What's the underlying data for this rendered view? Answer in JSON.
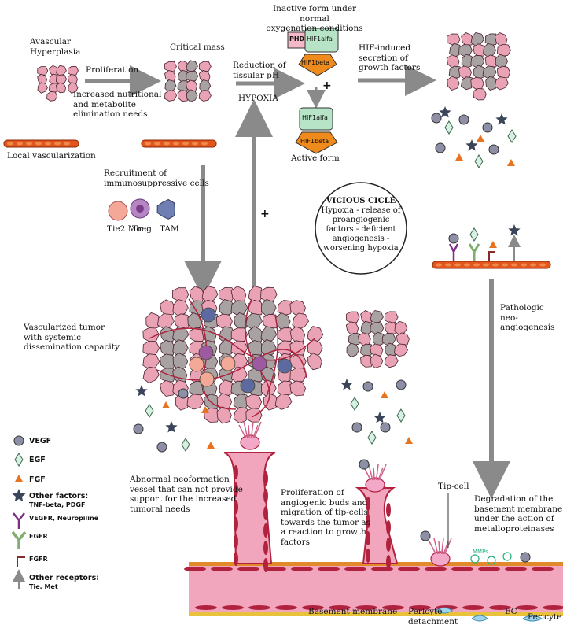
{
  "colors": {
    "cell_fill": "#e9a3b4",
    "cell_inner": "#a8a2a2",
    "cell_stroke": "#4a2030",
    "vessel_orange": "#e2551d",
    "vessel_pink": "#f2a6be",
    "vessel_cell": "#b0223e",
    "arrow_gray": "#8a8a8a",
    "vegf": "#8d8fa6",
    "egf": "#d8efe4",
    "fgf": "#e8731f",
    "star": "#3b4559",
    "vegfr": "#7b2f85",
    "egfr": "#7fae6e",
    "fgfr": "#8a2a2a",
    "hif_green": "#b7e3c6",
    "hif_orange": "#ef8a1c",
    "phd_pink": "#f3b9c9"
  },
  "labels": {
    "avascular": "Avascular\nHyperplasia",
    "proliferation": "Proliferation",
    "increased_needs": "Increased nutritional\nand metabolite\nelimination needs",
    "local_vasc": "Local vascularization",
    "critical_mass": "Critical mass",
    "reduction_ph": "Reduction of\ntissular pH",
    "hypoxia": "HYPOXIA",
    "inactive_form": "Inactive form under normal\noxygenation conditions",
    "active_form": "Active form",
    "hif_induced": "HIF-induced\nsecretion of\ngrowth factors",
    "recruitment": "Recruitment of\nimmunosuppressive cells",
    "tie2mo": "Tie2 Mo",
    "treg": "Treg",
    "tam": "TAM",
    "plus_mid": "+",
    "plus_hif": "+",
    "vicious_title": "VICIOUS CICLE",
    "vicious_body": "Hypoxia - release of\nproangiogenic\nfactors - deficient\nangiogenesis -\nworsening hypoxia",
    "pathologic": "Pathologic\nneo-\nangiogenesis",
    "vascularized": "Vascularized tumor\nwith systemic\ndissemination capacity",
    "abnormal": "Abnormal neoformation\nvessel that can not provide\nsupport for the increased\ntumoral needs",
    "proliferation_buds": "Proliferation of\nangiogenic buds and\nmigration of tip-cells\ntowards the tumor as\na reaction to growth\nfactors",
    "tip_cell": "Tip-cell",
    "degradation": "Degradation of the\nbasement membrane\nunder the action of\nmetalloproteinases",
    "mmps": "MMPs",
    "basement": "Basement membrane",
    "pericyte_det": "Pericyte\ndetachment",
    "ec": "EC",
    "pericyte": "Pericyte"
  },
  "hif": {
    "phd": "PHD",
    "hif1alfa": "HIF1alfa",
    "hif1beta": "HIF1beta"
  },
  "legend": {
    "vegf": "VEGF",
    "egf": "EGF",
    "fgf": "FGF",
    "other_factors": "Other factors:",
    "other_factors_sub": "TNF-beta, PDGF",
    "vegfr": "VEGFR, Neuropiline",
    "egfr": "EGFR",
    "fgfr": "FGFR",
    "other_receptors": "Other receptors:",
    "other_receptors_sub": "Tie, Met"
  }
}
